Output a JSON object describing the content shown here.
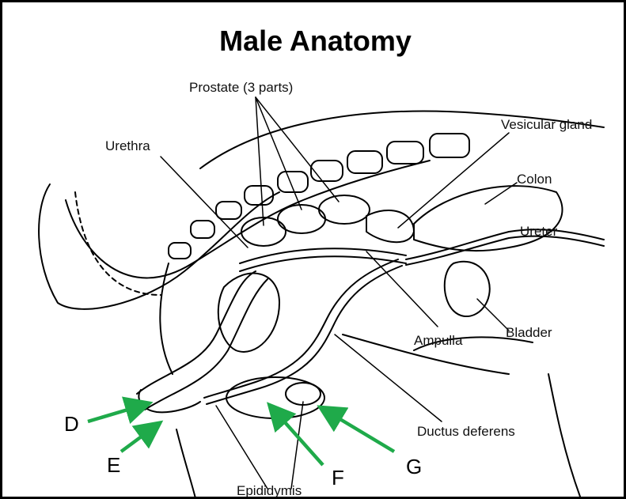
{
  "title": "Male Anatomy",
  "labels": {
    "prostate": "Prostate (3 parts)",
    "urethra": "Urethra",
    "vesicular_gland": "Vesicular gland",
    "colon": "Colon",
    "ureter": "Ureter",
    "ampulla": "Ampulla",
    "bladder": "Bladder",
    "ductus_deferens": "Ductus deferens",
    "epididymis": "Epididymis"
  },
  "markers": {
    "d": "D",
    "e": "E",
    "f": "F",
    "g": "G"
  },
  "colors": {
    "arrow": "#1faa4a",
    "line": "#000000",
    "background": "#ffffff"
  }
}
